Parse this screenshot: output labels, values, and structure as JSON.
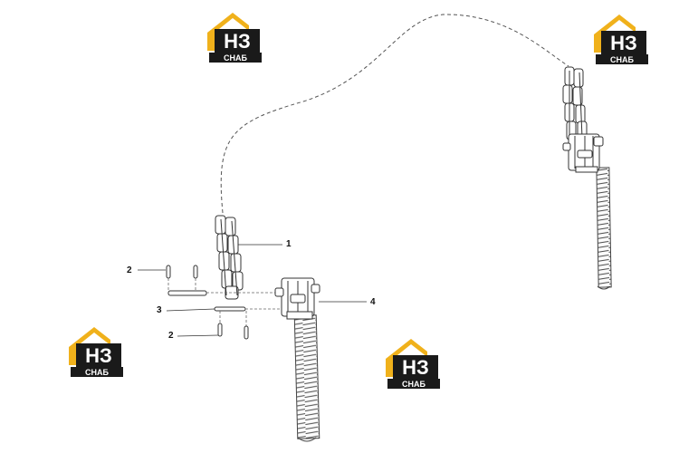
{
  "brand": {
    "primary_text": "НЗ",
    "secondary_text": "СНАБ",
    "colors": {
      "roof": "#f0b11b",
      "dark": "#1a1a1a",
      "light": "#ffffff"
    },
    "icon": "house-logo-icon"
  },
  "callouts": [
    {
      "id": "1",
      "label": "1"
    },
    {
      "id": "2a",
      "label": "2"
    },
    {
      "id": "3",
      "label": "3"
    },
    {
      "id": "2b",
      "label": "2"
    },
    {
      "id": "4",
      "label": "4"
    }
  ]
}
